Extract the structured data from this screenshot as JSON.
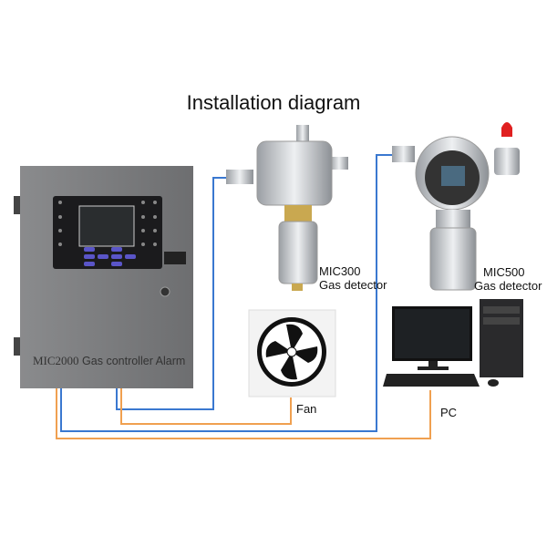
{
  "title": "Installation diagram",
  "controller": {
    "model": "MIC2000",
    "name": "Gas controller Alarm"
  },
  "devices": [
    {
      "model": "MIC300",
      "type": "Gas detector"
    },
    {
      "model": "MIC500",
      "type": "Gas detector"
    }
  ],
  "fan_label": "Fan",
  "pc_label": "PC",
  "colors": {
    "wire_blue": "#3a78d0",
    "wire_orange": "#f0a050",
    "cabinet": "#7a7b7d"
  }
}
